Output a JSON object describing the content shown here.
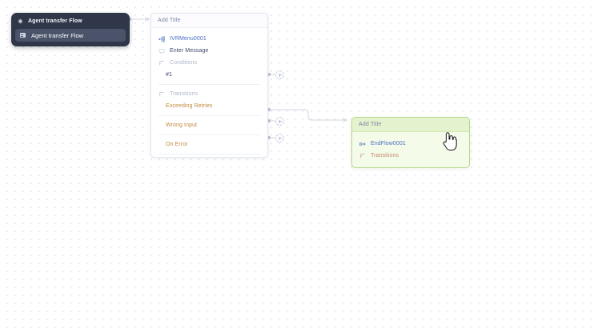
{
  "canvas": {
    "background_color": "#ffffff",
    "grid_dot_color": "#e9e9ef"
  },
  "agent_panel": {
    "header": {
      "icon": "gear-icon",
      "label": "Agent transfer Flow"
    },
    "selected_item": {
      "icon": "list-icon",
      "label": "Agent transfer Flow"
    },
    "background_color": "#2f3749",
    "selected_color": "#4a5369"
  },
  "ivr_card": {
    "title": "Add Title",
    "node": {
      "icon": "ivr-menu-icon",
      "label": "IVRMenu0001"
    },
    "message": {
      "icon": "message-icon",
      "label": "Enter Message"
    },
    "conditions": {
      "icon": "branch-icon",
      "label": "Conditions",
      "items": [
        "#1"
      ]
    },
    "transitions": {
      "icon": "branch-icon",
      "label": "Transitions",
      "items": [
        "Exceeding Retries",
        "Wrong Input",
        "On Error"
      ]
    },
    "border_color": "#e3e6ef"
  },
  "end_card": {
    "title": "Add Title",
    "node": {
      "icon": "end-flow-icon",
      "label": "EndFlow0001"
    },
    "transitions": {
      "icon": "branch-icon",
      "label": "Transitions"
    },
    "border_color": "#b7d88e",
    "header_color": "#e4f2cd",
    "body_color": "#f4fbe9"
  },
  "edges": {
    "color": "#d2d6e2",
    "handle_symbol": "+"
  },
  "cursor": {
    "type": "pointer-hand-cursor"
  }
}
